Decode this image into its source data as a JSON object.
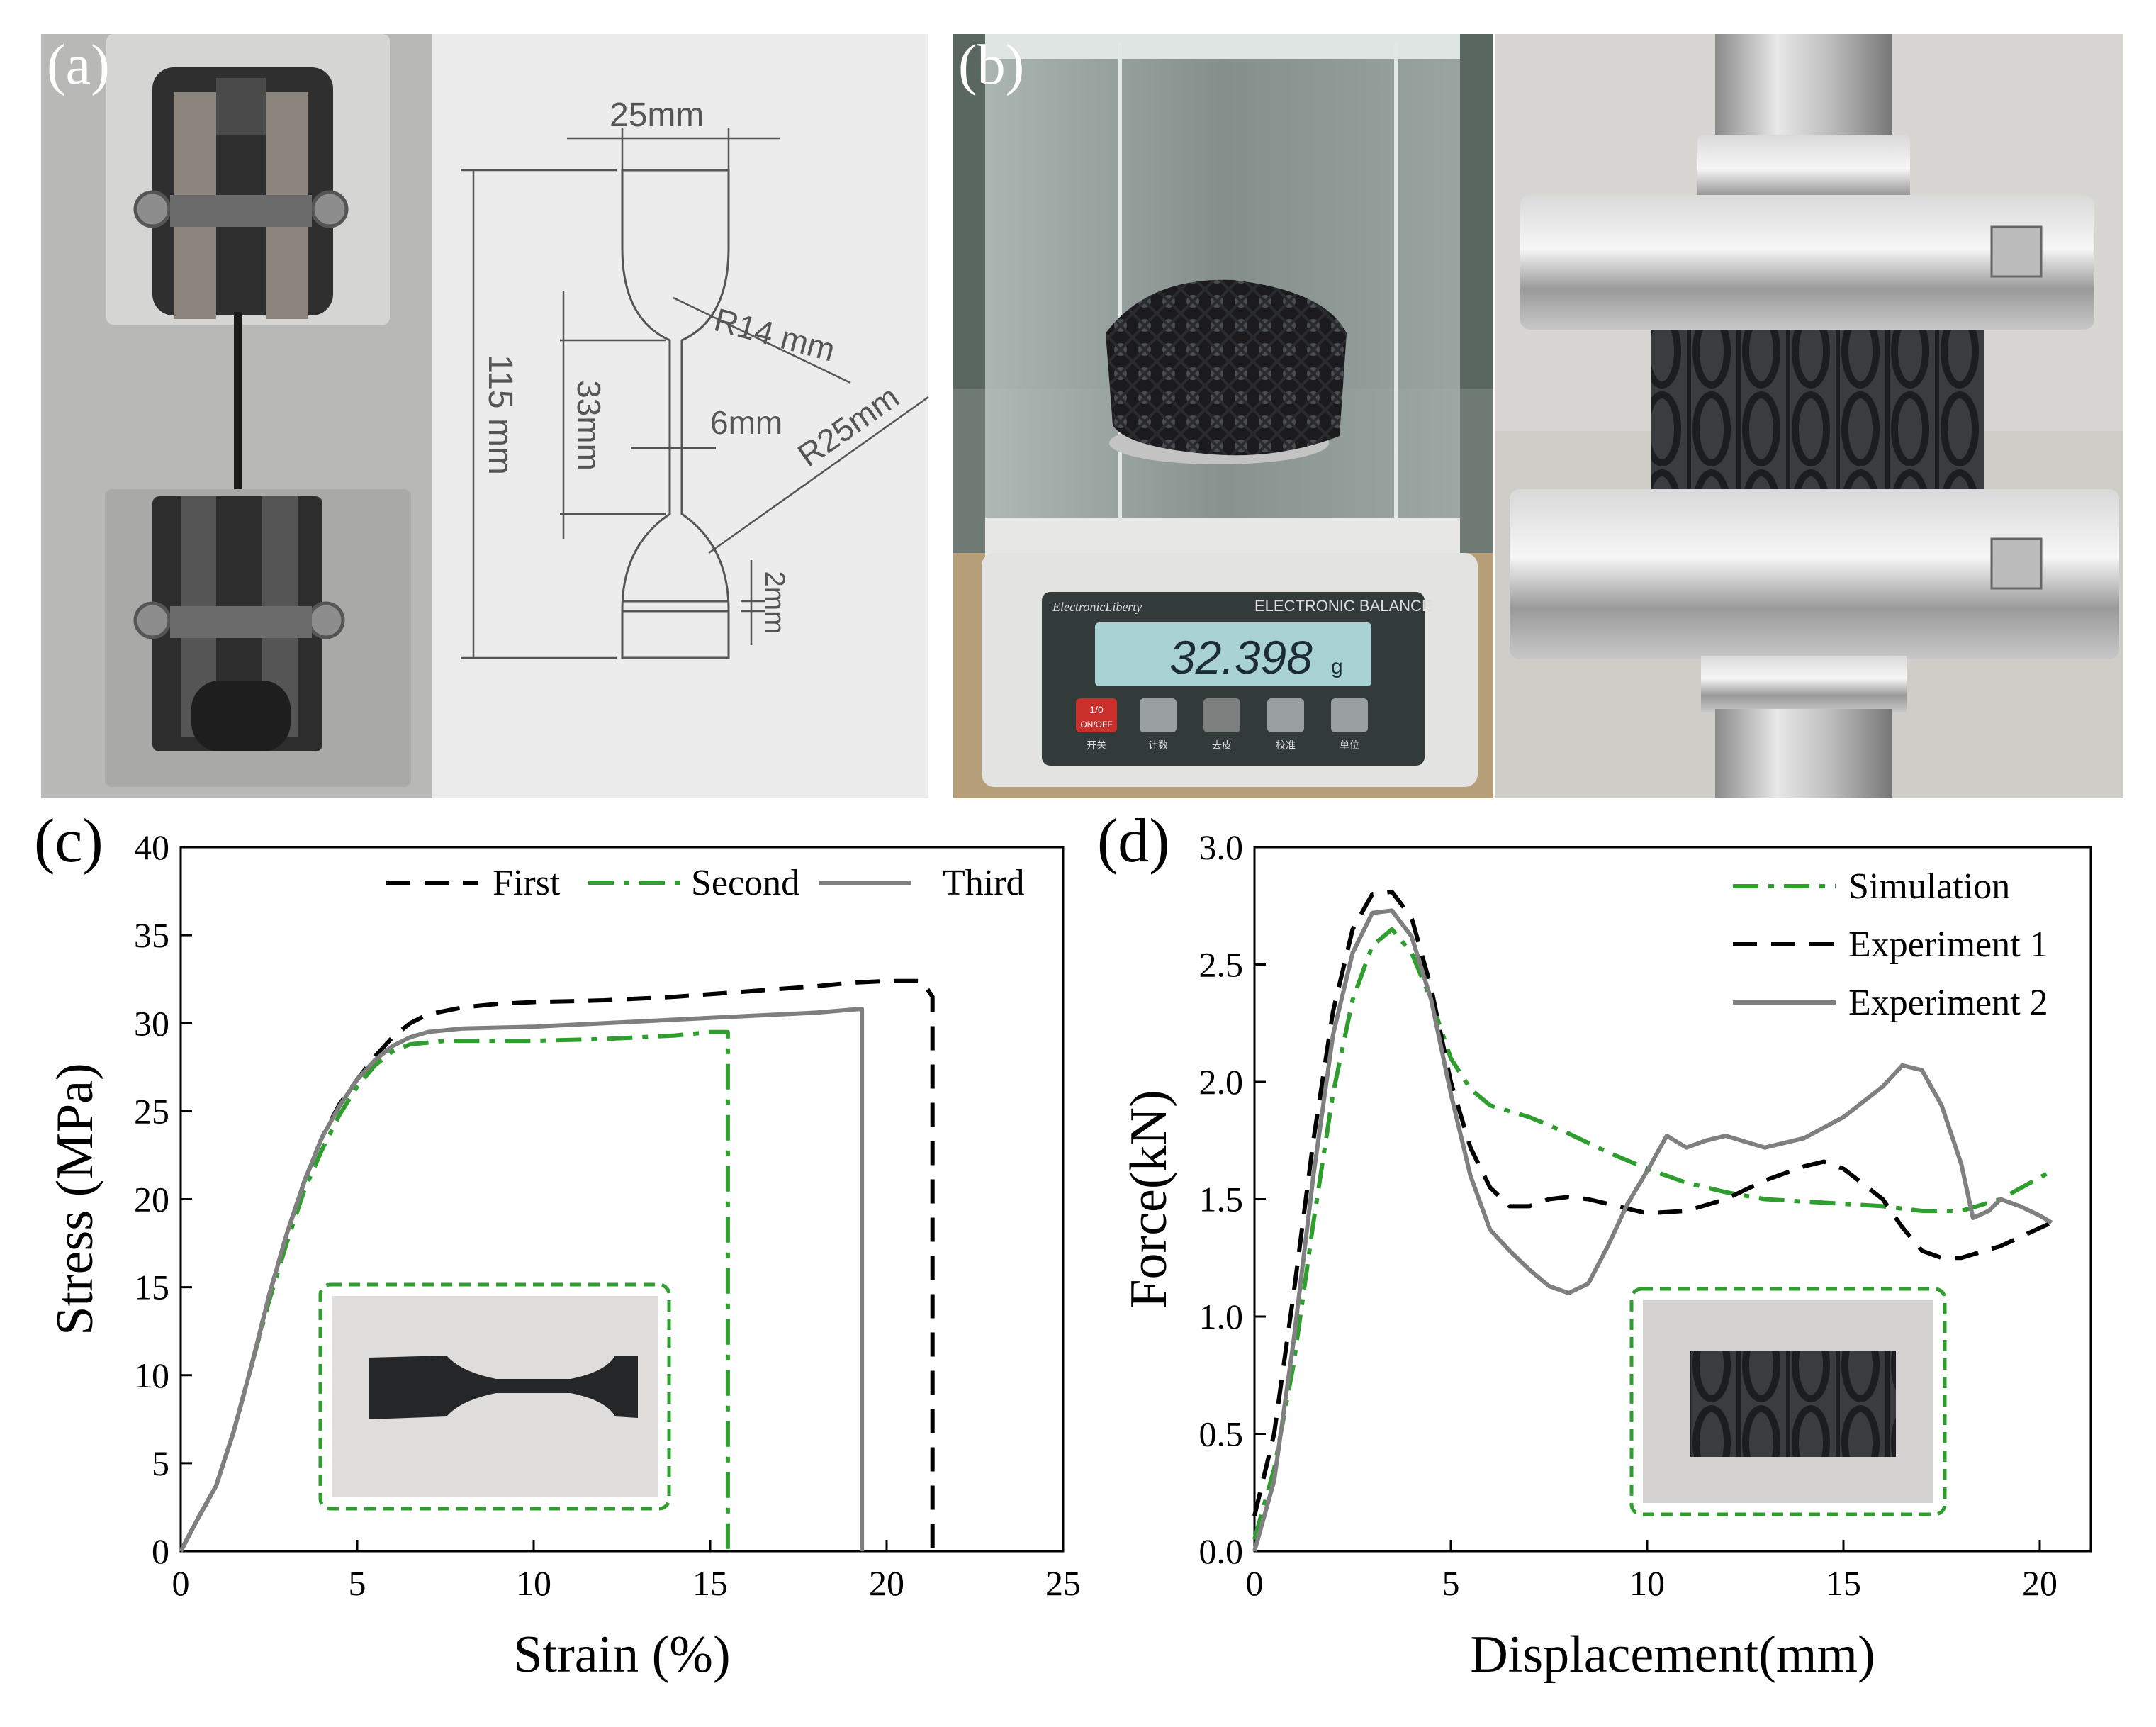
{
  "panels": {
    "a": {
      "label": "(a)",
      "dims": {
        "width_top": "25mm",
        "total_length": "115 mm",
        "gauge_length": "33mm",
        "neck_width": "6mm",
        "radius_small": "R14 mm",
        "radius_large": "R25mm",
        "thickness": "2mm"
      }
    },
    "b": {
      "label": "(b)",
      "balance_brand": "ElectronicLiberty",
      "balance_title": "ELECTRONIC BALANCE",
      "balance_reading": "32.398",
      "balance_unit": "g",
      "balance_buttons": [
        "开关",
        "计数",
        "去皮",
        "校准",
        "单位"
      ],
      "balance_button_top": "1/0",
      "balance_button_bottom": "ON/OFF"
    },
    "c": {
      "label": "(c)"
    },
    "d": {
      "label": "(d)"
    }
  },
  "chart_data": [
    {
      "type": "line",
      "xlabel": "Strain (%)",
      "ylabel": "Stress (MPa)",
      "xlim": [
        0,
        25
      ],
      "ylim": [
        0,
        40
      ],
      "xticks": [
        0,
        5,
        10,
        15,
        20,
        25
      ],
      "yticks": [
        0,
        5,
        10,
        15,
        20,
        25,
        30,
        35,
        40
      ],
      "legend_position": "top-right",
      "series": [
        {
          "name": "First",
          "color": "#000000",
          "dash": "dashed",
          "x": [
            0,
            0.5,
            1,
            1.5,
            2,
            2.5,
            3,
            3.5,
            4,
            4.5,
            5,
            5.5,
            6,
            6.5,
            7,
            8,
            9,
            10,
            12,
            14,
            16,
            18,
            19,
            20,
            21,
            21.3,
            21.3
          ],
          "y": [
            0,
            1.9,
            3.7,
            6.8,
            10.5,
            14.5,
            18,
            21,
            23.5,
            25.4,
            26.8,
            28.1,
            29.2,
            30,
            30.5,
            30.9,
            31.1,
            31.2,
            31.3,
            31.5,
            31.8,
            32.1,
            32.3,
            32.4,
            32.4,
            31.5,
            0
          ]
        },
        {
          "name": "Second",
          "color": "#2e9e2e",
          "dash": "dashdot",
          "x": [
            0,
            0.5,
            1,
            1.5,
            2,
            2.5,
            3,
            3.5,
            4,
            4.5,
            5,
            5.5,
            6,
            6.5,
            7,
            7.5,
            8,
            10,
            12,
            14,
            15,
            15.5,
            15.5
          ],
          "y": [
            0,
            1.9,
            3.7,
            6.8,
            10.5,
            14.2,
            17.5,
            20.5,
            22.8,
            24.8,
            26.4,
            27.6,
            28.4,
            28.8,
            28.9,
            29,
            29,
            29,
            29.1,
            29.3,
            29.5,
            29.5,
            0
          ]
        },
        {
          "name": "Third",
          "color": "#7f7f7f",
          "dash": "solid",
          "x": [
            0,
            0.5,
            1,
            1.5,
            2,
            2.5,
            3,
            3.5,
            4,
            4.5,
            5,
            5.5,
            6,
            6.5,
            7,
            7.5,
            8,
            10,
            12,
            14,
            16,
            18,
            19.2,
            19.3,
            19.3
          ],
          "y": [
            0,
            1.9,
            3.7,
            6.8,
            10.5,
            14.5,
            18,
            21,
            23.5,
            25.3,
            26.8,
            27.9,
            28.7,
            29.2,
            29.5,
            29.6,
            29.7,
            29.8,
            30,
            30.2,
            30.4,
            30.6,
            30.8,
            30.8,
            0
          ]
        }
      ]
    },
    {
      "type": "line",
      "xlabel": "Displacement(mm)",
      "ylabel": "Force(kN)",
      "xlim": [
        0,
        21.3
      ],
      "ylim": [
        0,
        3.0
      ],
      "xticks": [
        0,
        5,
        10,
        15,
        20
      ],
      "yticks": [
        "0.0",
        "0.5",
        "1.0",
        "1.5",
        "2.0",
        "2.5",
        "3.0"
      ],
      "legend_position": "top-right",
      "series": [
        {
          "name": "Simulation",
          "color": "#2e9e2e",
          "dash": "dashdot",
          "x": [
            0,
            0.5,
            1,
            1.5,
            2,
            2.5,
            3,
            3.5,
            4,
            4.5,
            5,
            5.5,
            6,
            7,
            8,
            9,
            10,
            11,
            12,
            13,
            14,
            15,
            16,
            17,
            18,
            19,
            20.3
          ],
          "y": [
            0.05,
            0.35,
            0.8,
            1.4,
            1.95,
            2.35,
            2.58,
            2.65,
            2.55,
            2.35,
            2.1,
            1.97,
            1.9,
            1.85,
            1.78,
            1.7,
            1.63,
            1.57,
            1.53,
            1.5,
            1.49,
            1.48,
            1.47,
            1.45,
            1.45,
            1.5,
            1.62
          ]
        },
        {
          "name": "Experiment 1",
          "color": "#000000",
          "dash": "dashed",
          "x": [
            0,
            0.5,
            1,
            1.5,
            2,
            2.5,
            3,
            3.5,
            4,
            4.5,
            5,
            5.5,
            6,
            6.5,
            7,
            7.5,
            8,
            8.5,
            9,
            10,
            11,
            12,
            13,
            14,
            14.5,
            15,
            16,
            16.5,
            17,
            17.5,
            18,
            19,
            20.3
          ],
          "y": [
            0.15,
            0.5,
            1.1,
            1.75,
            2.3,
            2.65,
            2.8,
            2.81,
            2.7,
            2.4,
            2.0,
            1.72,
            1.55,
            1.47,
            1.47,
            1.5,
            1.51,
            1.5,
            1.48,
            1.44,
            1.45,
            1.5,
            1.58,
            1.64,
            1.66,
            1.63,
            1.5,
            1.38,
            1.28,
            1.25,
            1.25,
            1.3,
            1.4
          ]
        },
        {
          "name": "Experiment 2",
          "color": "#7f7f7f",
          "dash": "solid",
          "x": [
            0,
            0.5,
            1,
            1.5,
            2,
            2.5,
            3,
            3.5,
            4,
            4.5,
            5,
            5.5,
            6,
            6.5,
            7,
            7.5,
            8,
            8.5,
            9,
            9.5,
            10,
            10.5,
            11,
            11.5,
            12,
            13,
            14,
            15,
            16,
            16.5,
            17,
            17.5,
            18,
            18.3,
            18.7,
            19,
            19.5,
            20,
            20.3
          ],
          "y": [
            0,
            0.3,
            0.9,
            1.6,
            2.2,
            2.55,
            2.72,
            2.73,
            2.62,
            2.35,
            1.95,
            1.6,
            1.37,
            1.28,
            1.2,
            1.13,
            1.1,
            1.14,
            1.3,
            1.48,
            1.62,
            1.77,
            1.72,
            1.75,
            1.77,
            1.72,
            1.76,
            1.85,
            1.98,
            2.07,
            2.05,
            1.9,
            1.65,
            1.42,
            1.45,
            1.5,
            1.47,
            1.43,
            1.4
          ]
        }
      ]
    }
  ]
}
